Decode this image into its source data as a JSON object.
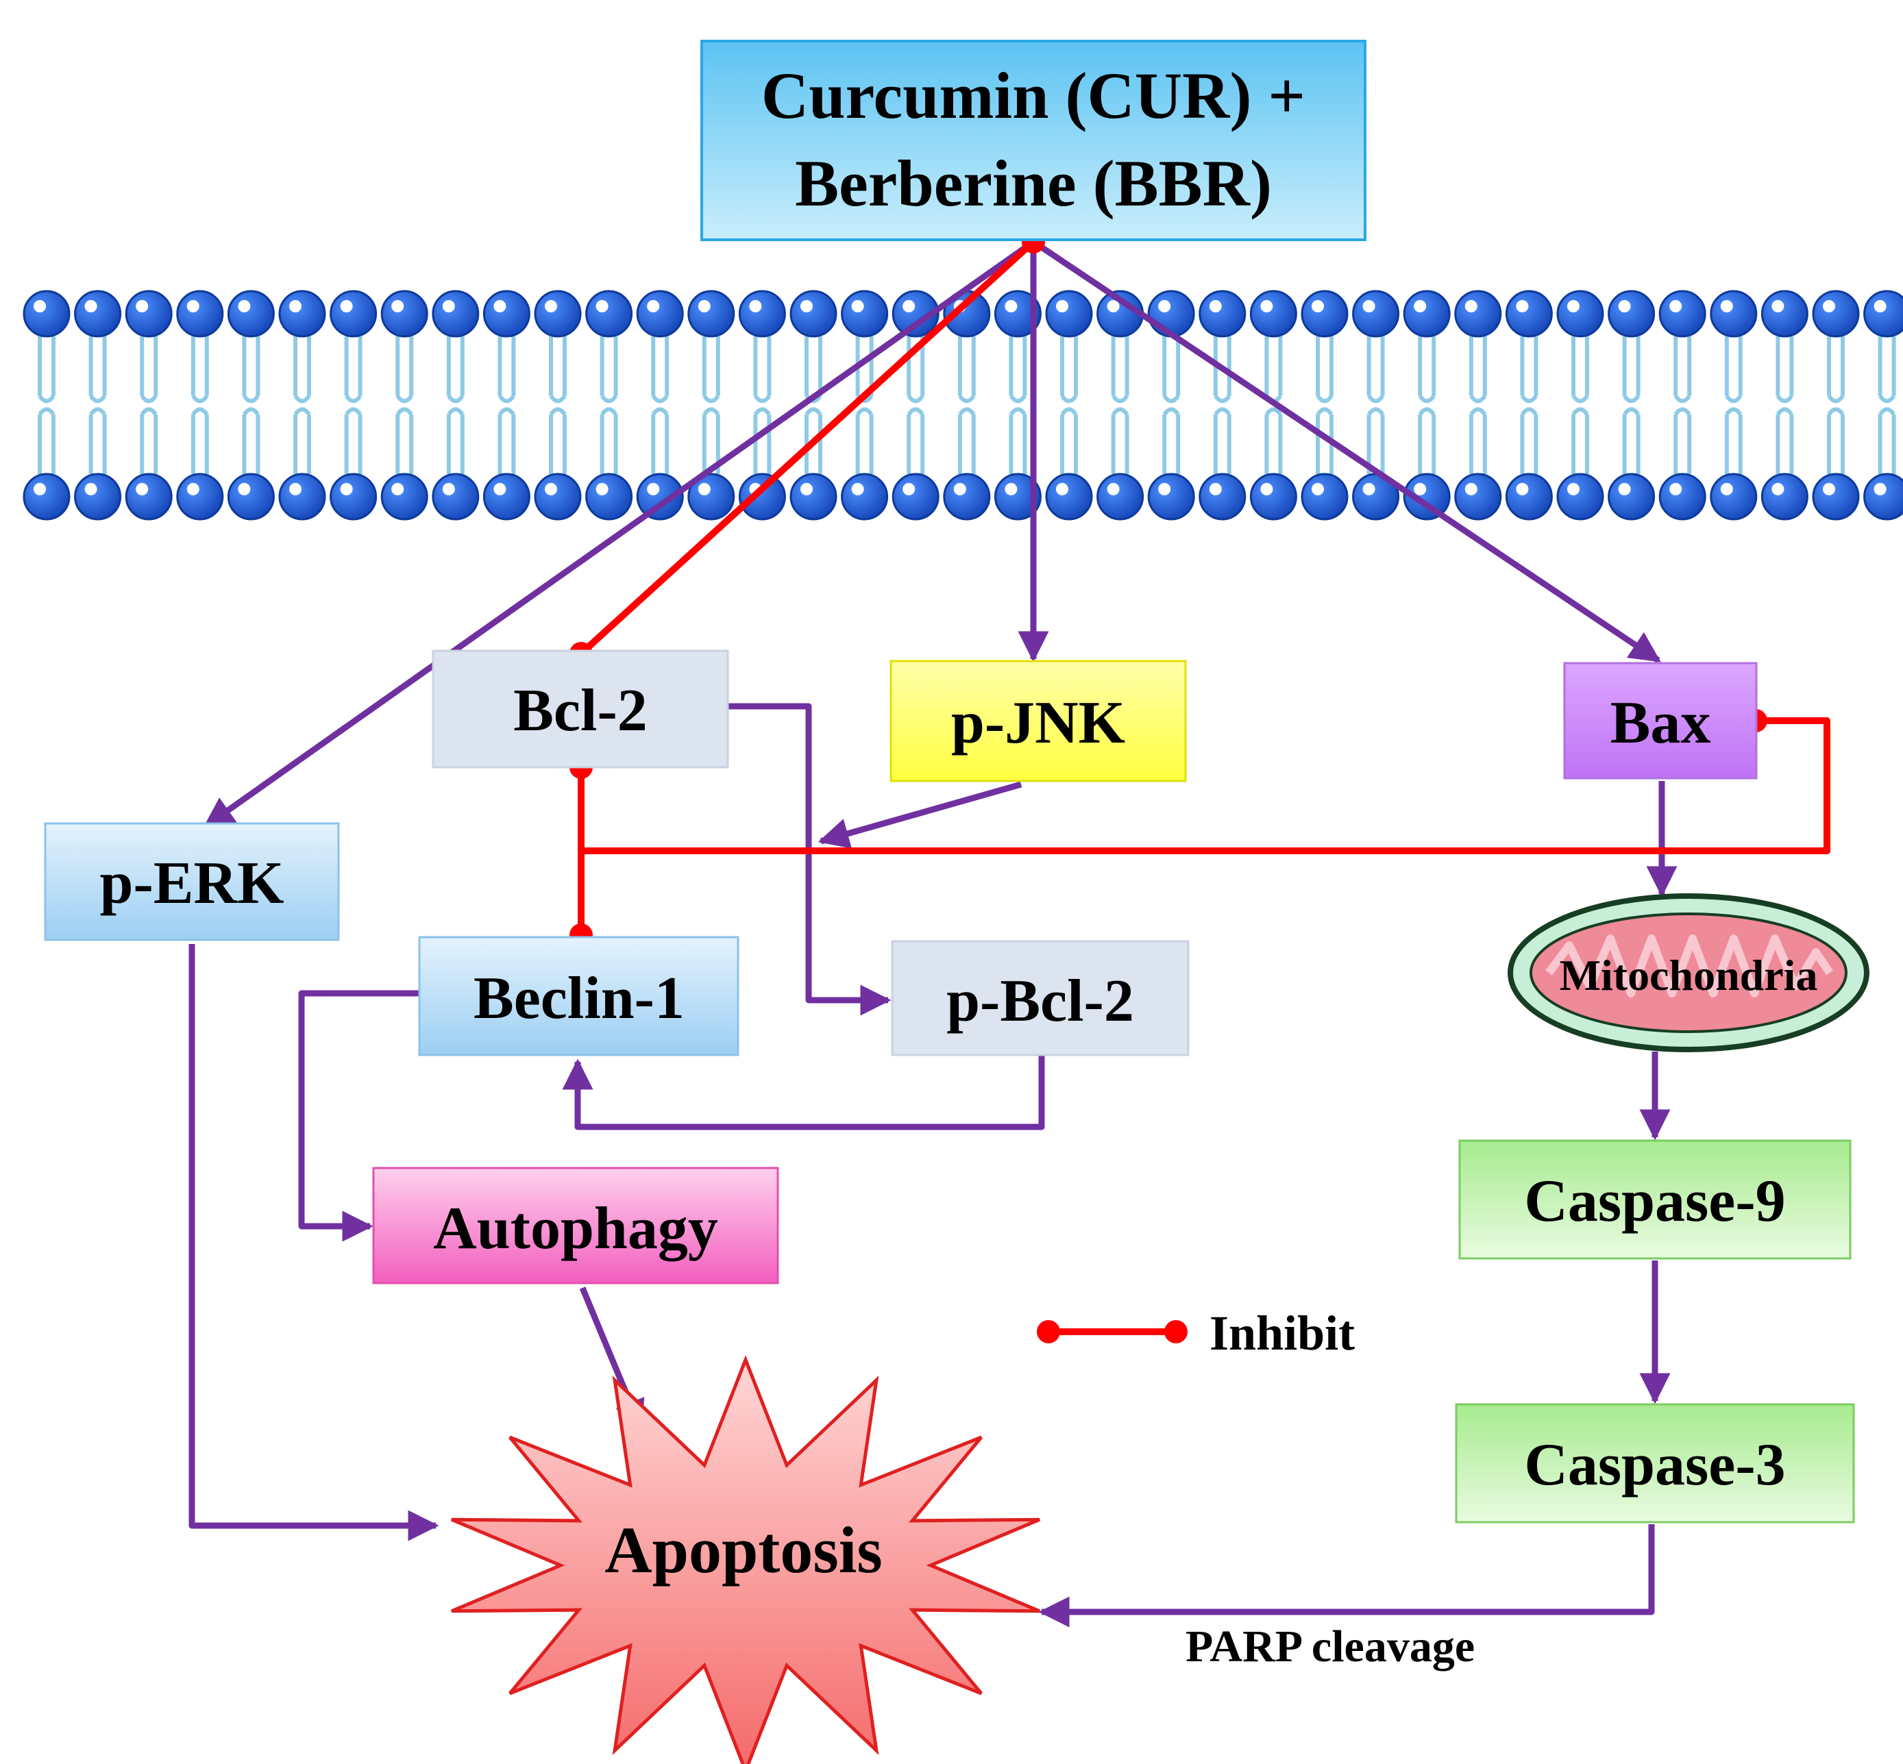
{
  "colors": {
    "activate": "#7030a0",
    "inhibit": "#ff0000",
    "membrane_head": "#1f5fd6",
    "membrane_tail": "#8ecae6"
  },
  "top_node": {
    "line1": "Curcumin (CUR) +",
    "line2": "Berberine (BBR)"
  },
  "nodes": {
    "bcl2": "Bcl-2",
    "pjnk": "p-JNK",
    "bax": "Bax",
    "perk": "p-ERK",
    "beclin1": "Beclin-1",
    "pbcl2": "p-Bcl-2",
    "mitochondria": "Mitochondria",
    "caspase9": "Caspase-9",
    "caspase3": "Caspase-3",
    "autophagy": "Autophagy",
    "apoptosis": "Apoptosis"
  },
  "labels": {
    "parp": "PARP cleavage"
  },
  "legend": {
    "inhibit": "Inhibit"
  },
  "icons": {
    "membrane": "lipid-bilayer-icon",
    "organelle": "mitochondrion-icon",
    "burst": "starburst-shape"
  }
}
